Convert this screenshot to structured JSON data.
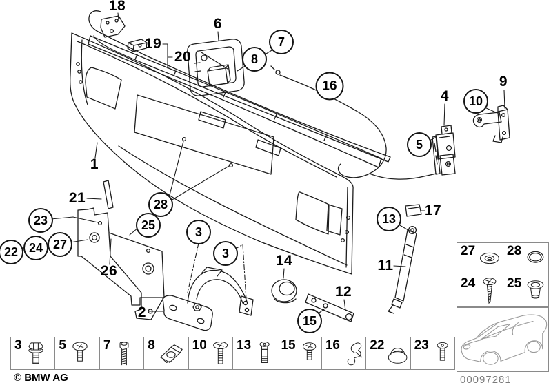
{
  "diagram": {
    "description": "Tailgate single parts exploded diagram",
    "callouts": [
      {
        "label": "18",
        "shape": "plain"
      },
      {
        "label": "19",
        "shape": "plain"
      },
      {
        "label": "20",
        "shape": "plain"
      },
      {
        "label": "6",
        "shape": "plain"
      },
      {
        "label": "7",
        "shape": "circle"
      },
      {
        "label": "8",
        "shape": "circle"
      },
      {
        "label": "16",
        "shape": "circle"
      },
      {
        "label": "4",
        "shape": "plain"
      },
      {
        "label": "9",
        "shape": "plain"
      },
      {
        "label": "10",
        "shape": "circle"
      },
      {
        "label": "5",
        "shape": "circle"
      },
      {
        "label": "1",
        "shape": "plain"
      },
      {
        "label": "21",
        "shape": "plain"
      },
      {
        "label": "23",
        "shape": "circle"
      },
      {
        "label": "28",
        "shape": "circle"
      },
      {
        "label": "25",
        "shape": "circle"
      },
      {
        "label": "22",
        "shape": "circle"
      },
      {
        "label": "24",
        "shape": "circle"
      },
      {
        "label": "27",
        "shape": "circle"
      },
      {
        "label": "26",
        "shape": "plain"
      },
      {
        "label": "2",
        "shape": "plain"
      },
      {
        "label": "3",
        "shape": "circle"
      },
      {
        "label": "3",
        "shape": "circle"
      },
      {
        "label": "14",
        "shape": "plain"
      },
      {
        "label": "15",
        "shape": "circle"
      },
      {
        "label": "12",
        "shape": "plain"
      },
      {
        "label": "13",
        "shape": "circle"
      },
      {
        "label": "11",
        "shape": "plain"
      },
      {
        "label": "17",
        "shape": "plain"
      }
    ]
  },
  "legend": {
    "items": [
      {
        "label": "3",
        "icon": "hex-flange-bolt-icon"
      },
      {
        "label": "5",
        "icon": "pan-screw-icon"
      },
      {
        "label": "7",
        "icon": "threaded-stud-icon"
      },
      {
        "label": "8",
        "icon": "clip-nut-icon"
      },
      {
        "label": "10",
        "icon": "pan-screw-long-icon"
      },
      {
        "label": "13",
        "icon": "shoulder-bolt-icon"
      },
      {
        "label": "15",
        "icon": "pan-screw-short-icon"
      },
      {
        "label": "16",
        "icon": "cable-clip-icon"
      },
      {
        "label": "22",
        "icon": "dome-plug-icon"
      },
      {
        "label": "23",
        "icon": "torx-screw-icon"
      }
    ]
  },
  "side_panel": {
    "items": [
      {
        "label": "27",
        "icon": "washer-icon"
      },
      {
        "label": "28",
        "icon": "o-ring-icon"
      },
      {
        "label": "24",
        "icon": "tapping-screw-icon"
      },
      {
        "label": "25",
        "icon": "sleeve-grommet-icon"
      }
    ]
  },
  "footer": {
    "copyright": "© BMW AG",
    "diagram_code": "00097281"
  },
  "colors": {
    "line": "#1c1c1c",
    "frame": "#8a8a8a",
    "sketch": "#9a9a9a",
    "code_text": "#7a7a7a"
  }
}
